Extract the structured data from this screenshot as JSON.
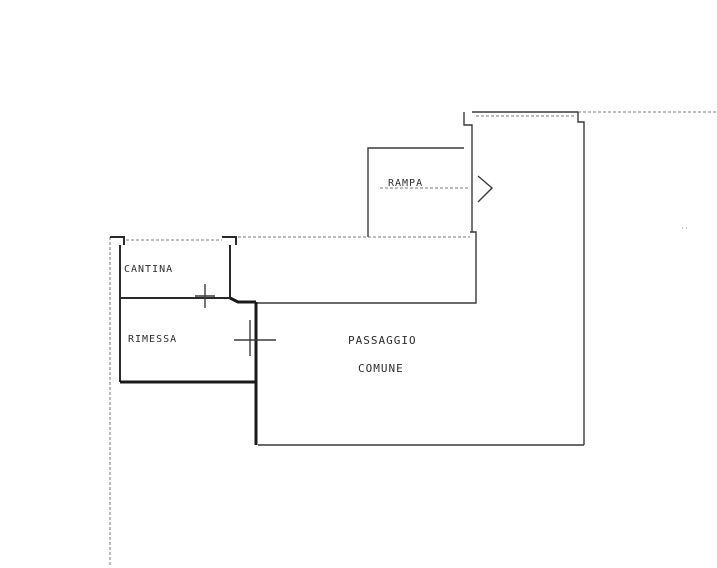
{
  "plan": {
    "labels": {
      "rampa": "RAMPA",
      "cantina": "CANTINA",
      "rimessa": "RIMESSA",
      "passaggio_line1": "PASSAGGIO",
      "passaggio_line2": "COMUNE"
    }
  }
}
